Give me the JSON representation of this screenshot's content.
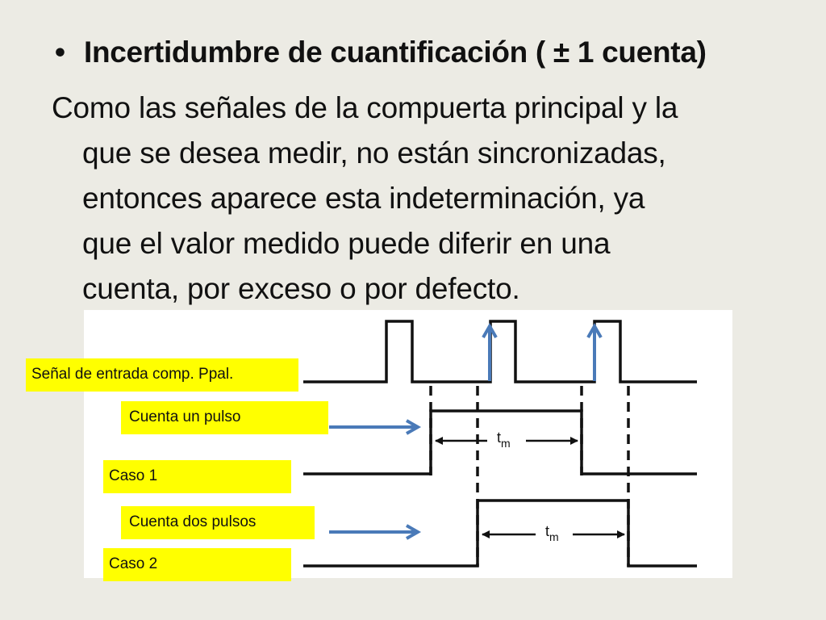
{
  "slide": {
    "bullet_symbol": "•",
    "heading": "Incertidumbre de cuantificación ( ± 1 cuenta)",
    "paragraph_lines": [
      "Como las señales de la compuerta principal y la",
      "que se desea medir, no están sincronizadas,",
      "entonces aparece esta indeterminación, ya",
      "que el valor medido puede diferir en una",
      "cuenta, por exceso o por defecto."
    ]
  },
  "diagram": {
    "labels": {
      "input_signal": "Señal de entrada comp. Ppal.",
      "count_one": "Cuenta un pulso",
      "case1": "Caso 1",
      "count_two": "Cuenta dos pulsos",
      "case2": "Caso 2"
    },
    "interval_symbol": "t",
    "interval_subscript": "m",
    "colors": {
      "label_background": "#ffff00",
      "arrow": "#4a7ab8",
      "waveform": "#111111"
    }
  }
}
